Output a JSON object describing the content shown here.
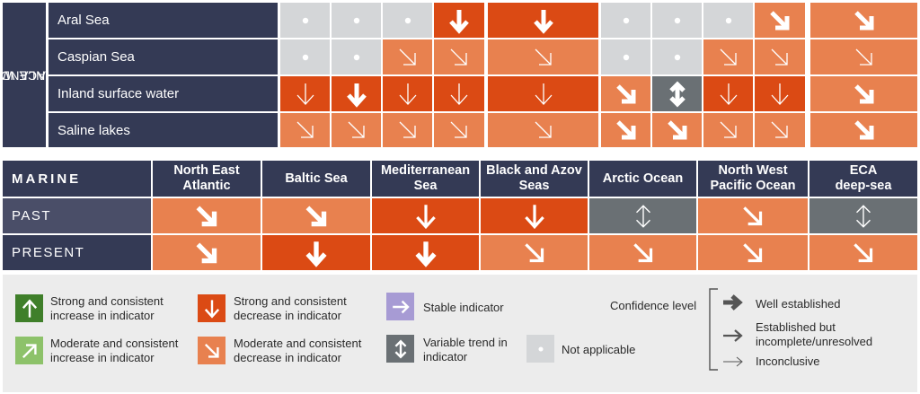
{
  "colors": {
    "header": "#343a55",
    "header_accent": "#4a4e68",
    "strong_decrease": "#db4a14",
    "moderate_decrease": "#e8814f",
    "variable": "#6a7074",
    "not_applicable": "#d4d6d8",
    "strong_increase": "#3f7f2a",
    "moderate_increase": "#8dc26a",
    "stable": "#a79bd4"
  },
  "chart_data": [
    {
      "type": "table",
      "title": "INLAND SURFACE WATER",
      "rows": [
        {
          "label": "Aral Sea",
          "cells": [
            {
              "t": "na"
            },
            {
              "t": "na"
            },
            {
              "t": "na"
            },
            {
              "t": "strong_decrease",
              "c": "well"
            },
            {
              "t": "strong_decrease",
              "c": "well"
            },
            {
              "t": "na"
            },
            {
              "t": "na"
            },
            {
              "t": "na"
            },
            {
              "t": "moderate_decrease",
              "c": "well"
            },
            {
              "t": "moderate_decrease",
              "c": "well"
            }
          ]
        },
        {
          "label": "Caspian Sea",
          "cells": [
            {
              "t": "na"
            },
            {
              "t": "na"
            },
            {
              "t": "moderate_decrease",
              "c": "inconclusive"
            },
            {
              "t": "moderate_decrease",
              "c": "inconclusive"
            },
            {
              "t": "moderate_decrease",
              "c": "inconclusive"
            },
            {
              "t": "na"
            },
            {
              "t": "na"
            },
            {
              "t": "moderate_decrease",
              "c": "inconclusive"
            },
            {
              "t": "moderate_decrease",
              "c": "inconclusive"
            },
            {
              "t": "moderate_decrease",
              "c": "inconclusive"
            }
          ]
        },
        {
          "label": "Inland surface water",
          "cells": [
            {
              "t": "strong_decrease",
              "c": "inconclusive"
            },
            {
              "t": "strong_decrease",
              "c": "well"
            },
            {
              "t": "strong_decrease",
              "c": "inconclusive"
            },
            {
              "t": "strong_decrease",
              "c": "inconclusive"
            },
            {
              "t": "strong_decrease",
              "c": "inconclusive"
            },
            {
              "t": "moderate_decrease",
              "c": "well"
            },
            {
              "t": "variable",
              "c": "well"
            },
            {
              "t": "strong_decrease",
              "c": "inconclusive"
            },
            {
              "t": "strong_decrease",
              "c": "inconclusive"
            },
            {
              "t": "moderate_decrease",
              "c": "well"
            }
          ]
        },
        {
          "label": "Saline lakes",
          "cells": [
            {
              "t": "moderate_decrease",
              "c": "inconclusive"
            },
            {
              "t": "moderate_decrease",
              "c": "inconclusive"
            },
            {
              "t": "moderate_decrease",
              "c": "inconclusive"
            },
            {
              "t": "moderate_decrease",
              "c": "inconclusive"
            },
            {
              "t": "moderate_decrease",
              "c": "inconclusive"
            },
            {
              "t": "moderate_decrease",
              "c": "well"
            },
            {
              "t": "moderate_decrease",
              "c": "well"
            },
            {
              "t": "moderate_decrease",
              "c": "inconclusive"
            },
            {
              "t": "moderate_decrease",
              "c": "inconclusive"
            },
            {
              "t": "moderate_decrease",
              "c": "well"
            }
          ]
        }
      ]
    },
    {
      "type": "table",
      "title": "MARINE",
      "columns": [
        "North East Atlantic",
        "Baltic Sea",
        "Mediterranean Sea",
        "Black and Azov Seas",
        "Arctic Ocean",
        "North West Pacific Ocean",
        "ECA deep-sea"
      ],
      "rows": [
        {
          "label": "PAST",
          "cells": [
            {
              "t": "moderate_decrease",
              "c": "well"
            },
            {
              "t": "moderate_decrease",
              "c": "well"
            },
            {
              "t": "strong_decrease",
              "c": "established"
            },
            {
              "t": "strong_decrease",
              "c": "established"
            },
            {
              "t": "variable",
              "c": "inconclusive"
            },
            {
              "t": "moderate_decrease",
              "c": "established"
            },
            {
              "t": "variable",
              "c": "inconclusive"
            }
          ]
        },
        {
          "label": "PRESENT",
          "cells": [
            {
              "t": "moderate_decrease",
              "c": "well"
            },
            {
              "t": "strong_decrease",
              "c": "well"
            },
            {
              "t": "strong_decrease",
              "c": "well"
            },
            {
              "t": "moderate_decrease",
              "c": "established"
            },
            {
              "t": "moderate_decrease",
              "c": "established"
            },
            {
              "t": "moderate_decrease",
              "c": "established"
            },
            {
              "t": "moderate_decrease",
              "c": "established"
            }
          ]
        }
      ]
    }
  ],
  "inland": {
    "title_line1": "INLAND",
    "title_line2": "SURFACE WATER",
    "rows": [
      "Aral Sea",
      "Caspian Sea",
      "Inland surface water",
      "Saline lakes"
    ]
  },
  "marine": {
    "title": "MARINE",
    "columns": [
      "North East Atlantic",
      "Baltic Sea",
      "Mediterranean Sea",
      "Black and Azov Seas",
      "Arctic Ocean",
      "North West Pacific Ocean",
      "ECA deep-sea"
    ],
    "col_line1": [
      "North East",
      "Baltic Sea",
      "Mediterranean",
      "Black and Azov",
      "Arctic Ocean",
      "North West",
      "ECA"
    ],
    "col_line2": [
      "Atlantic",
      "",
      "Sea",
      "Seas",
      "",
      "Pacific Ocean",
      "deep-sea"
    ],
    "rows": [
      "PAST",
      "PRESENT"
    ]
  },
  "legend": {
    "strong_increase": {
      "l1": "Strong and consistent",
      "l2": "increase in indicator",
      "icon": "arrow-up-icon"
    },
    "moderate_increase": {
      "l1": "Moderate and consistent",
      "l2": "increase in indicator",
      "icon": "arrow-up-right-icon"
    },
    "strong_decrease": {
      "l1": "Strong and consistent",
      "l2": "decrease in indicator",
      "icon": "arrow-down-icon"
    },
    "moderate_decrease": {
      "l1": "Moderate and consistent",
      "l2": "decrease in indicator",
      "icon": "arrow-down-right-icon"
    },
    "stable": {
      "l1": "Stable indicator",
      "icon": "arrow-right-icon"
    },
    "variable": {
      "l1": "Variable trend in",
      "l2": "indicator",
      "icon": "arrow-up-down-icon"
    },
    "not_applicable": {
      "l1": "Not applicable",
      "icon": "dot-icon"
    },
    "confidence_title": "Confidence level",
    "well_established": "Well established",
    "established_l1": "Established but",
    "established_l2": "incomplete/unresolved",
    "inconclusive": "Inconclusive"
  }
}
